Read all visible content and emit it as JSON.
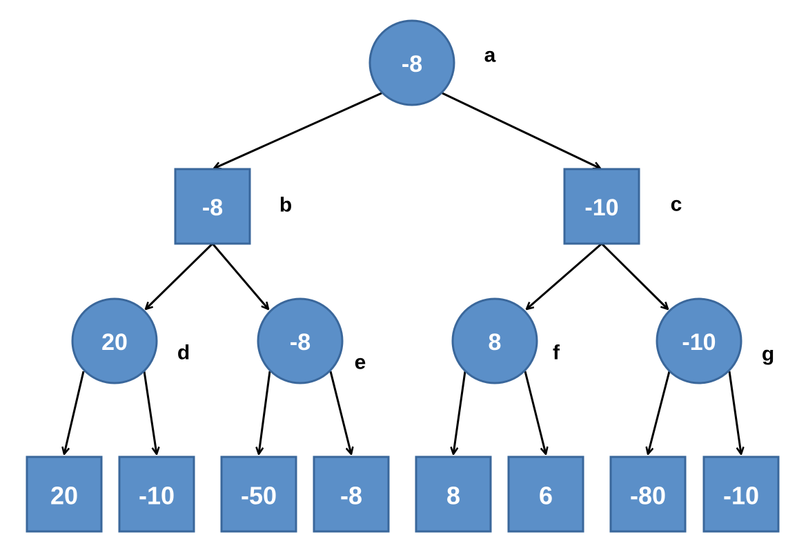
{
  "colors": {
    "node_fill": "#5b8fc8",
    "node_border": "#3a679b",
    "node_text": "#ffffff",
    "edge": "#000000",
    "name_text": "#000000"
  },
  "nodes": {
    "a": {
      "label": "a",
      "value": "-8",
      "shape": "circle"
    },
    "b": {
      "label": "b",
      "value": "-8",
      "shape": "square"
    },
    "c": {
      "label": "c",
      "value": "-10",
      "shape": "square"
    },
    "d": {
      "label": "d",
      "value": "20",
      "shape": "circle"
    },
    "e": {
      "label": "e",
      "value": "-8",
      "shape": "circle"
    },
    "f": {
      "label": "f",
      "value": "8",
      "shape": "circle"
    },
    "g": {
      "label": "g",
      "value": "-10",
      "shape": "circle"
    },
    "l1": {
      "value": "20",
      "shape": "square"
    },
    "l2": {
      "value": "-10",
      "shape": "square"
    },
    "l3": {
      "value": "-50",
      "shape": "square"
    },
    "l4": {
      "value": "-8",
      "shape": "square"
    },
    "l5": {
      "value": "8",
      "shape": "square"
    },
    "l6": {
      "value": "6",
      "shape": "square"
    },
    "l7": {
      "value": "-80",
      "shape": "square"
    },
    "l8": {
      "value": "-10",
      "shape": "square"
    }
  },
  "edges": [
    [
      "a",
      "b"
    ],
    [
      "a",
      "c"
    ],
    [
      "b",
      "d"
    ],
    [
      "b",
      "e"
    ],
    [
      "c",
      "f"
    ],
    [
      "c",
      "g"
    ],
    [
      "d",
      "l1"
    ],
    [
      "d",
      "l2"
    ],
    [
      "e",
      "l3"
    ],
    [
      "e",
      "l4"
    ],
    [
      "f",
      "l5"
    ],
    [
      "f",
      "l6"
    ],
    [
      "g",
      "l7"
    ],
    [
      "g",
      "l8"
    ]
  ]
}
